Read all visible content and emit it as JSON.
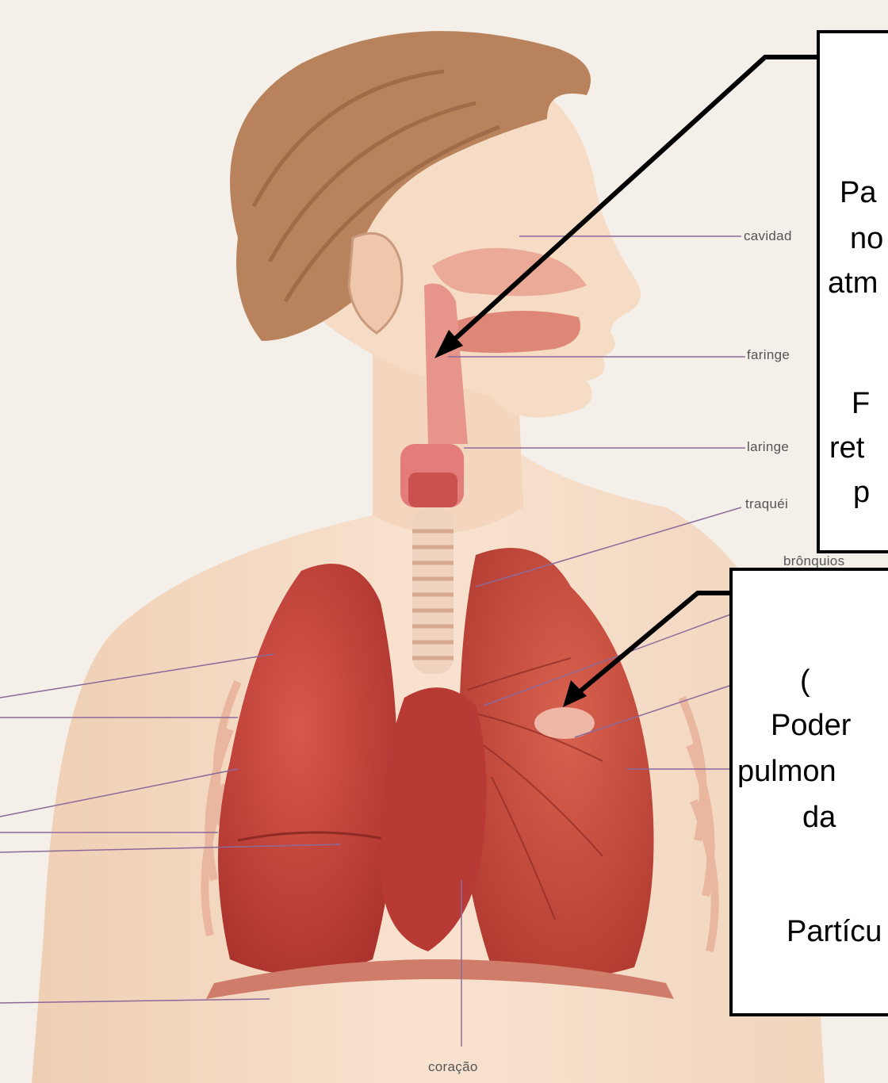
{
  "labels": {
    "cavidade": "cavidad",
    "faringe": "faringe",
    "laringe": "laringe",
    "traqueia": "traquéi",
    "bronquios": "brônquios",
    "coracao": "coração"
  },
  "box_top": {
    "line1": "Pa",
    "line2": "no",
    "line3": "atm",
    "line4": "F",
    "line5": "ret",
    "line6": "p"
  },
  "box_bottom": {
    "line1": "(",
    "line2": "Poder",
    "line3": "pulmon",
    "line4": "da",
    "line5": "Partícu"
  },
  "colors": {
    "lung": "#c8463c",
    "heart": "#b83a34",
    "skin": "#f6dcc4",
    "hair": "#b8835c",
    "background": "#f4efe9"
  }
}
